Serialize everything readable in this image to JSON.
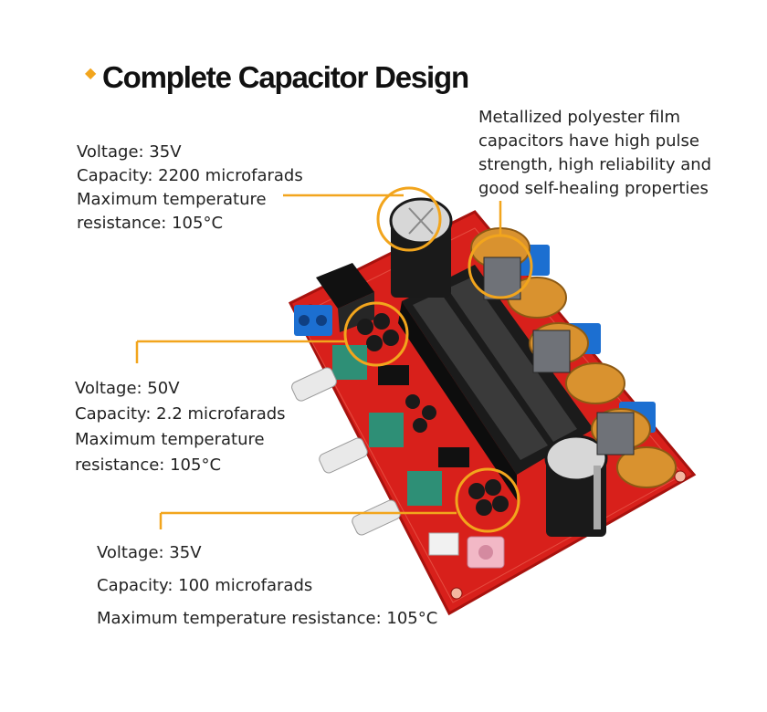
{
  "title": "Complete Capacitor Design",
  "annotations": {
    "large_capacitor": {
      "lines": [
        "Voltage: 35V",
        "Capacity: 2200 microfarads",
        "Maximum temperature",
        "resistance: 105°C"
      ]
    },
    "film_capacitors": {
      "lines": [
        "Metallized polyester film",
        "capacitors have high pulse",
        "strength, high reliability and",
        "good self-healing properties"
      ]
    },
    "small_capacitors": {
      "lines": [
        "Voltage: 50V",
        "Capacity: 2.2 microfarads",
        "Maximum temperature",
        "resistance: 105°C"
      ]
    },
    "medium_capacitors": {
      "lines": [
        "Voltage: 35V",
        "Capacity: 100 microfarads",
        "Maximum temperature resistance: 105°C"
      ]
    }
  },
  "colors": {
    "accent": "#f2a51d",
    "board": "#d8201b",
    "heatsink": "#1b1b1b",
    "coil": "#d9922f",
    "terminal": "#1c6fd1",
    "potentiometer": "#2e8f76"
  },
  "icons": {
    "bullet": "diamond-bullet"
  }
}
